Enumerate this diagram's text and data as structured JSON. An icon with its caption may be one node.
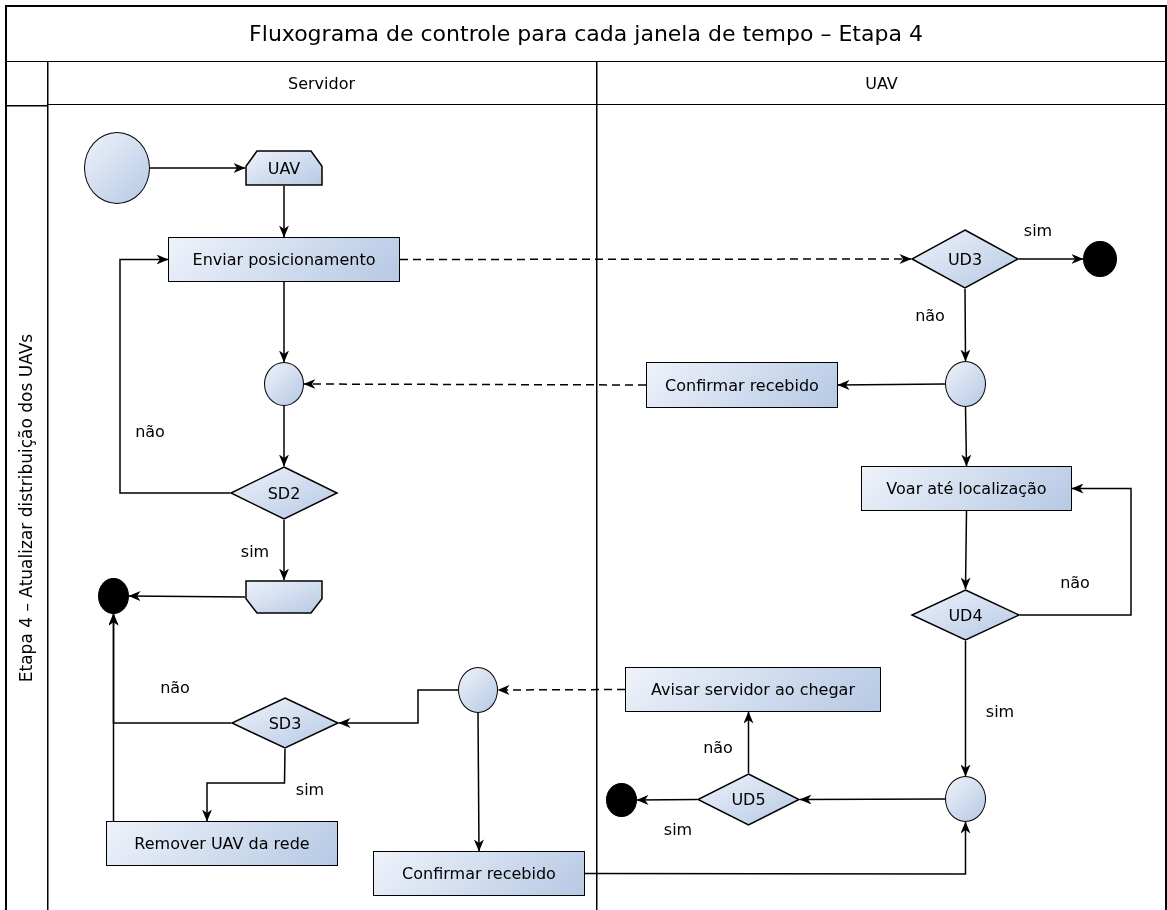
{
  "diagram": {
    "nodes": [
      {
        "text": [
          "Fluxograma de controle para cada janela de tempo – Etapa 4"
        ]
      },
      {
        "text": [
          "Servidor"
        ],
        "in": 0
      },
      {
        "text": [
          "UAV"
        ],
        "in": 0
      },
      {
        "text": [
          "Etapa 4 – Atualizar distribuição dos UAVs"
        ],
        "in": 0
      },
      {
        "text": [],
        "shape": "circle",
        "in": 1
      },
      {
        "text": [
          "UAV"
        ],
        "in": 1
      },
      {
        "text": [
          "Enviar posicionamento"
        ],
        "in": 1
      },
      {
        "text": [],
        "shape": "circle",
        "in": 1
      },
      {
        "text": [
          "SD2"
        ],
        "in": 1
      },
      {
        "text": [],
        "shape": "box",
        "in": 1
      },
      {
        "text": [],
        "shape": "circle",
        "in": 1
      },
      {
        "text": [
          "SD3"
        ],
        "in": 1
      },
      {
        "text": [
          "Remover UAV da rede"
        ],
        "in": 1
      },
      {
        "text": [],
        "shape": "circle",
        "in": 1
      },
      {
        "text": [
          "Confirmar recebido"
        ],
        "in": 1
      },
      {
        "text": [
          "UD3"
        ],
        "in": 2
      },
      {
        "text": [],
        "shape": "circle",
        "in": 2
      },
      {
        "text": [],
        "shape": "circle",
        "in": 2
      },
      {
        "text": [
          "Confirmar recebido"
        ],
        "in": 2
      },
      {
        "text": [
          "Voar até localização"
        ],
        "in": 2
      },
      {
        "text": [
          "UD4"
        ],
        "in": 2
      },
      {
        "text": [
          "Avisar servidor ao chegar"
        ],
        "in": 2
      },
      {
        "text": [
          "UD5"
        ],
        "in": 2
      },
      {
        "text": [],
        "shape": "circle",
        "in": 2
      },
      {
        "text": [],
        "shape": "circle",
        "in": 2
      }
    ],
    "edges": [
      {
        "from": 4,
        "to": 5,
        "arrow": "to"
      },
      {
        "from": 5,
        "to": 6,
        "arrow": "to"
      },
      {
        "from": 6,
        "to": 15,
        "arrow": "to",
        "style": "dashed"
      },
      {
        "from": 6,
        "to": 7,
        "arrow": "to"
      },
      {
        "from": 7,
        "to": 8,
        "arrow": "to"
      },
      {
        "from": 8,
        "to": 6,
        "arrow": "to",
        "label": "não"
      },
      {
        "from": 8,
        "to": 9,
        "arrow": "to",
        "label": "sim"
      },
      {
        "from": 9,
        "to": 10,
        "arrow": "to"
      },
      {
        "from": 15,
        "to": 16,
        "arrow": "to",
        "label": "sim"
      },
      {
        "from": 15,
        "to": 17,
        "arrow": "to",
        "label": "não"
      },
      {
        "from": 17,
        "to": 18,
        "arrow": "to"
      },
      {
        "from": 18,
        "to": 7,
        "arrow": "to",
        "style": "dashed"
      },
      {
        "from": 17,
        "to": 19,
        "arrow": "to"
      },
      {
        "from": 19,
        "to": 20,
        "arrow": "to"
      },
      {
        "from": 20,
        "to": 19,
        "arrow": "to",
        "label": "não"
      },
      {
        "from": 20,
        "to": 24,
        "arrow": "to",
        "label": "sim"
      },
      {
        "from": 24,
        "to": 22,
        "arrow": "to"
      },
      {
        "from": 22,
        "to": 23,
        "arrow": "to",
        "label": "sim"
      },
      {
        "from": 22,
        "to": 21,
        "arrow": "to",
        "label": "não"
      },
      {
        "from": 21,
        "to": 13,
        "arrow": "to",
        "style": "dashed"
      },
      {
        "from": 13,
        "to": 11,
        "arrow": "to"
      },
      {
        "from": 13,
        "to": 14,
        "arrow": "to"
      },
      {
        "from": 11,
        "to": 12,
        "arrow": "to",
        "label": "sim"
      },
      {
        "from": 11,
        "to": 10,
        "arrow": "to",
        "label": "não"
      },
      {
        "from": 12,
        "to": 10,
        "arrow": "to"
      },
      {
        "from": 14,
        "to": 24,
        "arrow": "to"
      }
    ]
  }
}
